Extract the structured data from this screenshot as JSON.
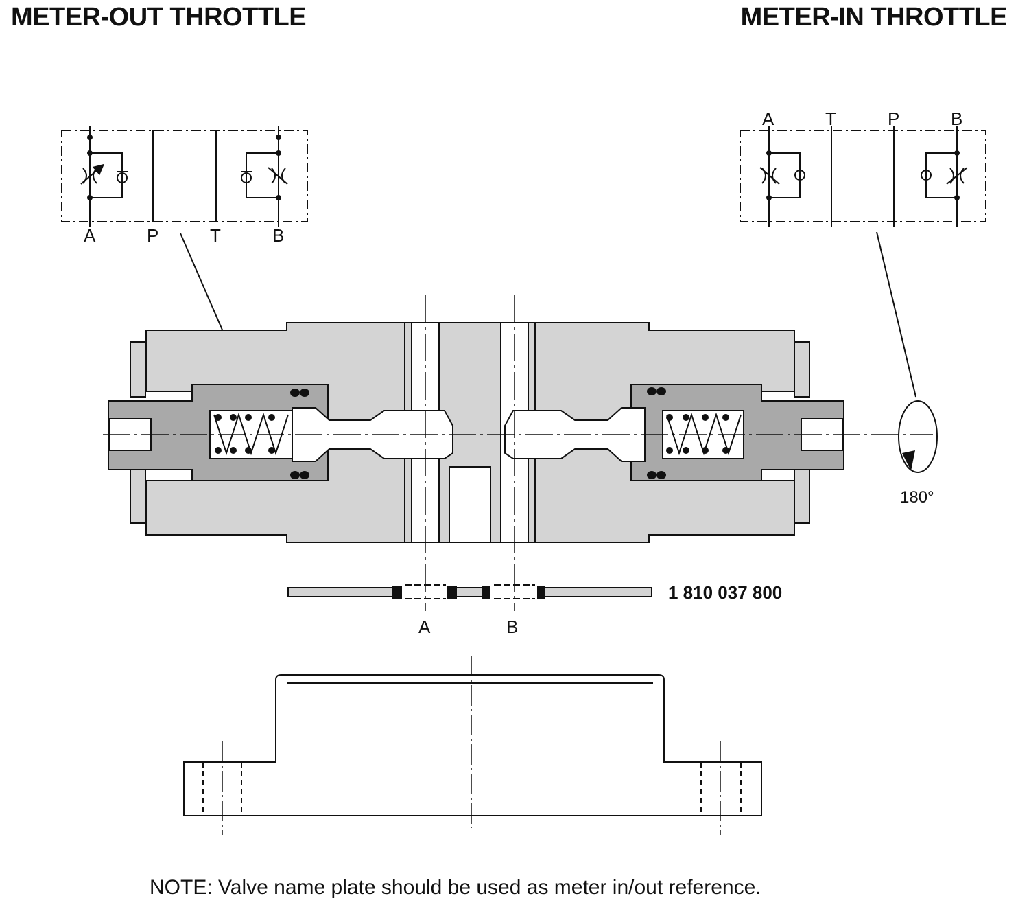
{
  "titles": {
    "meter_out": "METER-OUT THROTTLE",
    "meter_in": "METER-IN THROTTLE"
  },
  "left_symbol_ports": [
    "A",
    "P",
    "T",
    "B"
  ],
  "right_symbol_ports": [
    "A",
    "T",
    "P",
    "B"
  ],
  "section_ports": {
    "a": "A",
    "b": "B"
  },
  "gasket_part_number": "1 810 037 800",
  "rotation_label": "180°",
  "note": "NOTE: Valve name plate should be used as meter in/out reference.",
  "colors": {
    "body_fill": "#d4d4d4",
    "insert_fill": "#a9a9a9",
    "line": "#111111",
    "background": "#ffffff"
  }
}
